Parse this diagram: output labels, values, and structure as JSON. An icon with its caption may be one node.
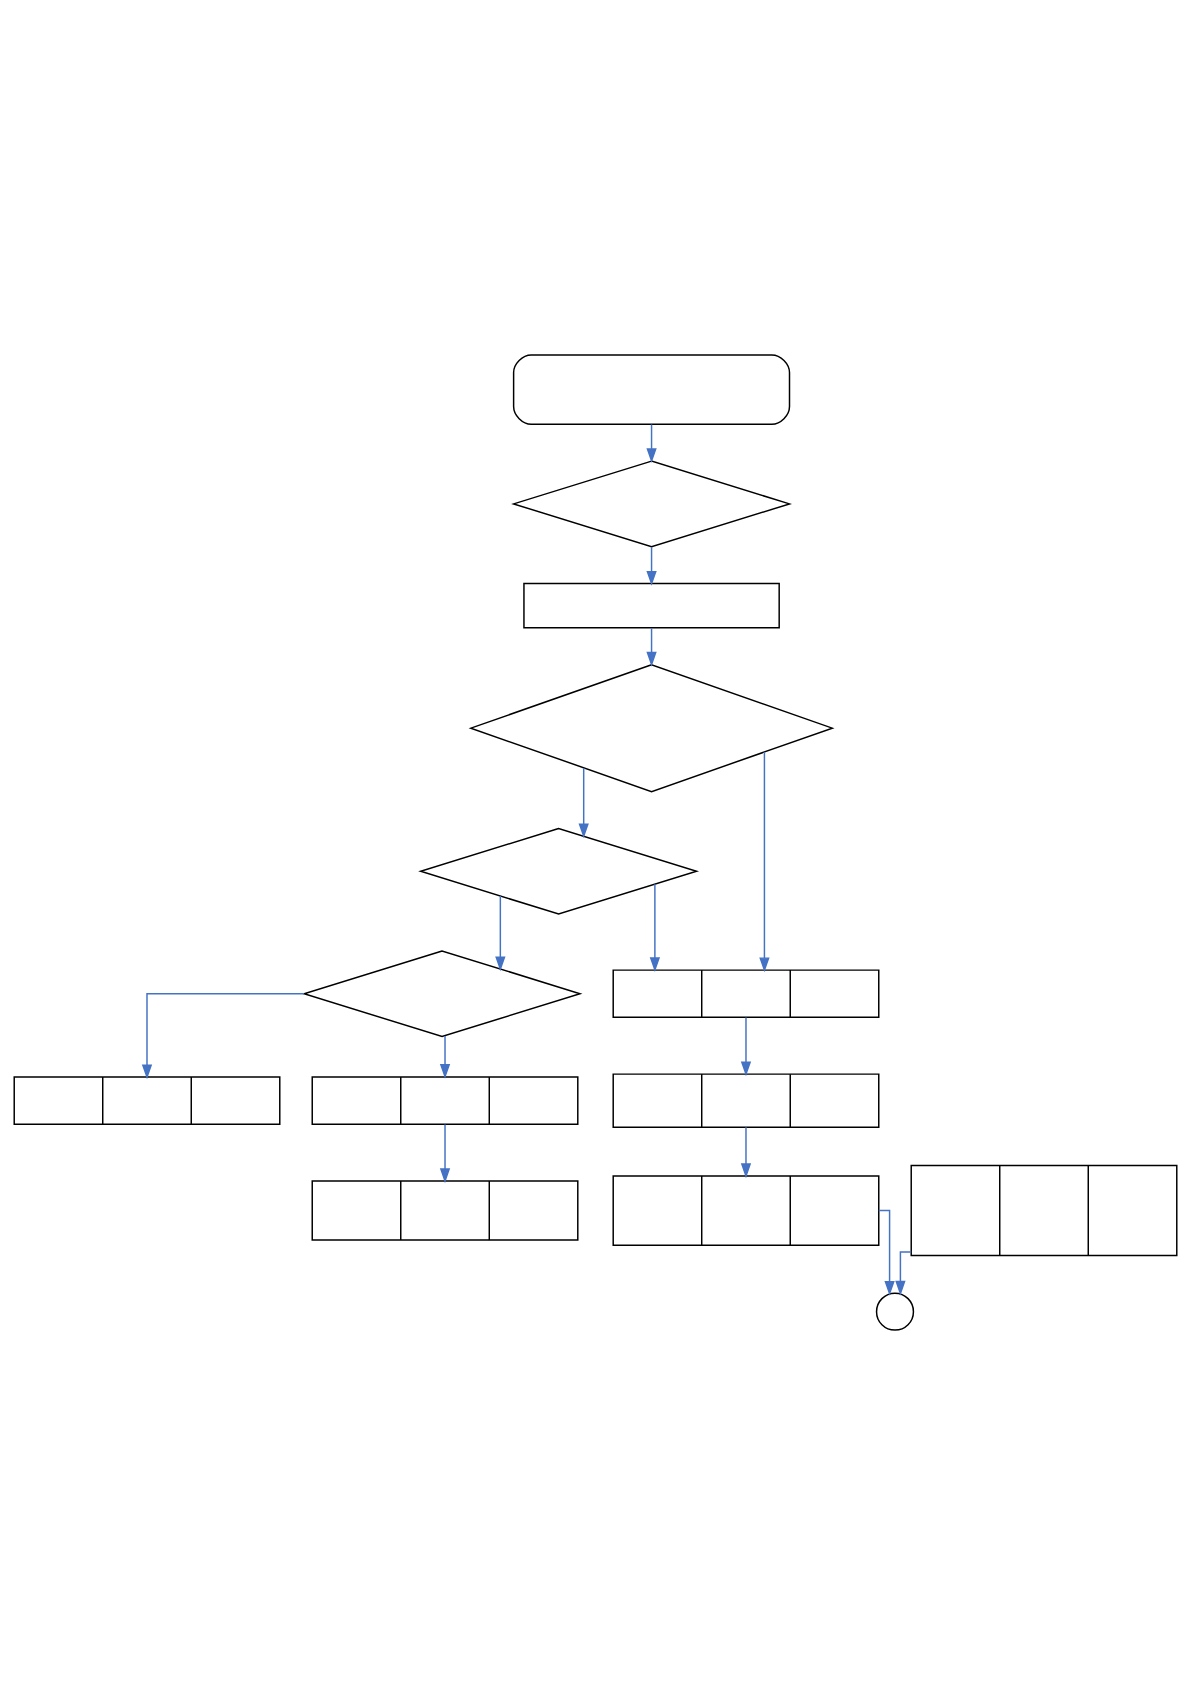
{
  "diagram": {
    "nodes": [
      {
        "text": [],
        "shape": "terminal"
      },
      {
        "text": [],
        "shape": "diamond"
      },
      {
        "text": [],
        "shape": "box"
      },
      {
        "text": [],
        "shape": "diamond"
      },
      {
        "text": [],
        "shape": "diamond"
      },
      {
        "text": [],
        "shape": "diamond"
      },
      {
        "text": [],
        "shape": "subprocess"
      },
      {
        "text": [],
        "shape": "subprocess"
      },
      {
        "text": [],
        "shape": "subprocess"
      },
      {
        "text": [],
        "shape": "subprocess"
      },
      {
        "text": [],
        "shape": "subprocess"
      },
      {
        "text": [],
        "shape": "subprocess"
      },
      {
        "text": [],
        "shape": "subprocess"
      },
      {
        "text": [],
        "shape": "circle"
      }
    ],
    "edges": [
      {
        "from": 0,
        "to": 1,
        "arrow": "to"
      },
      {
        "from": 1,
        "to": 2,
        "arrow": "to"
      },
      {
        "from": 2,
        "to": 3,
        "arrow": "to"
      },
      {
        "from": 3,
        "to": 4,
        "arrow": "to"
      },
      {
        "from": 3,
        "to": 8,
        "arrow": "to"
      },
      {
        "from": 4,
        "to": 5,
        "arrow": "to"
      },
      {
        "from": 4,
        "to": 8,
        "arrow": "to"
      },
      {
        "from": 5,
        "to": 6,
        "arrow": "to"
      },
      {
        "from": 5,
        "to": 7,
        "arrow": "to"
      },
      {
        "from": 7,
        "to": 9,
        "arrow": "to"
      },
      {
        "from": 8,
        "to": 10,
        "arrow": "to"
      },
      {
        "from": 10,
        "to": 12,
        "arrow": "to"
      },
      {
        "from": 11,
        "to": 13,
        "arrow": "to"
      },
      {
        "from": 12,
        "to": 13,
        "arrow": "to"
      }
    ]
  }
}
